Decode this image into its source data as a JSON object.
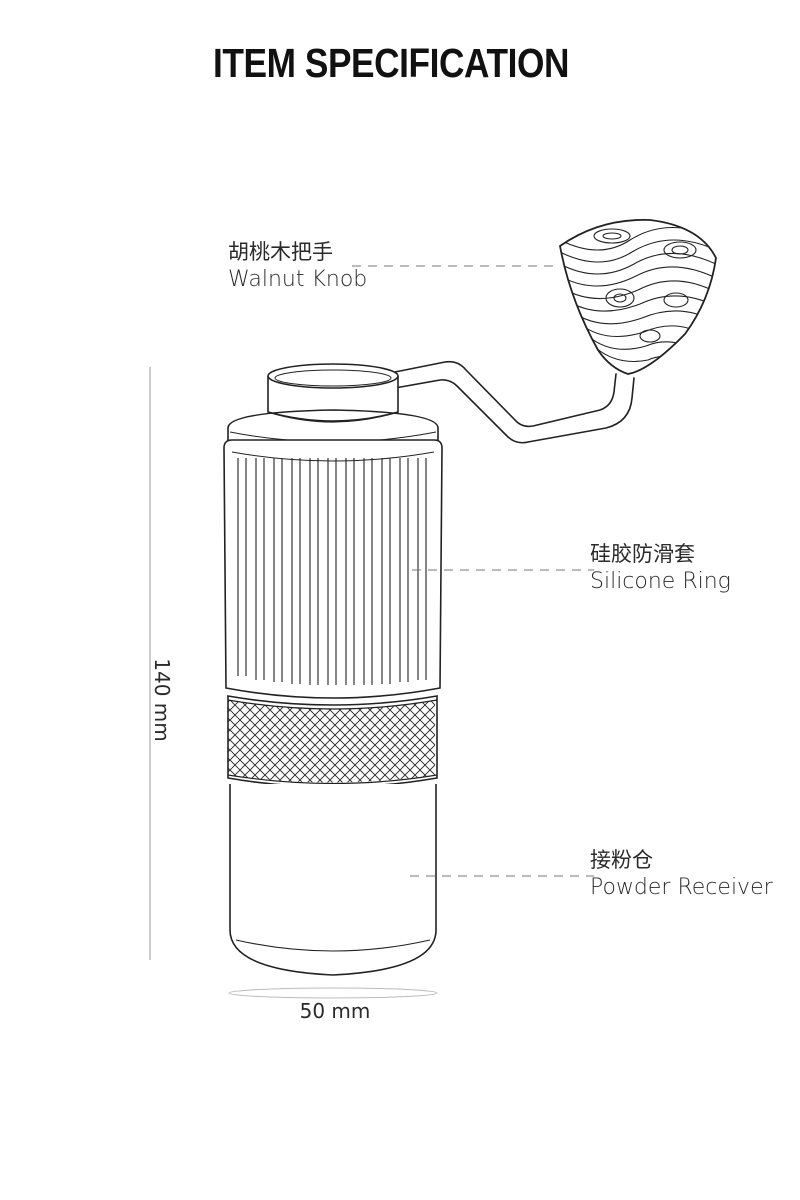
{
  "title": "ITEM SPECIFICATION",
  "callouts": {
    "knob": {
      "zh": "胡桃木把手",
      "en": "Walnut Knob"
    },
    "ring": {
      "zh": "硅胶防滑套",
      "en": "Silicone Ring"
    },
    "receiver": {
      "zh": "接粉仓",
      "en": "Powder Receiver"
    }
  },
  "dimensions": {
    "height": "140 mm",
    "width": "50 mm"
  },
  "colors": {
    "line": "#222222",
    "guide": "#9a9a9a",
    "background": "#ffffff"
  }
}
